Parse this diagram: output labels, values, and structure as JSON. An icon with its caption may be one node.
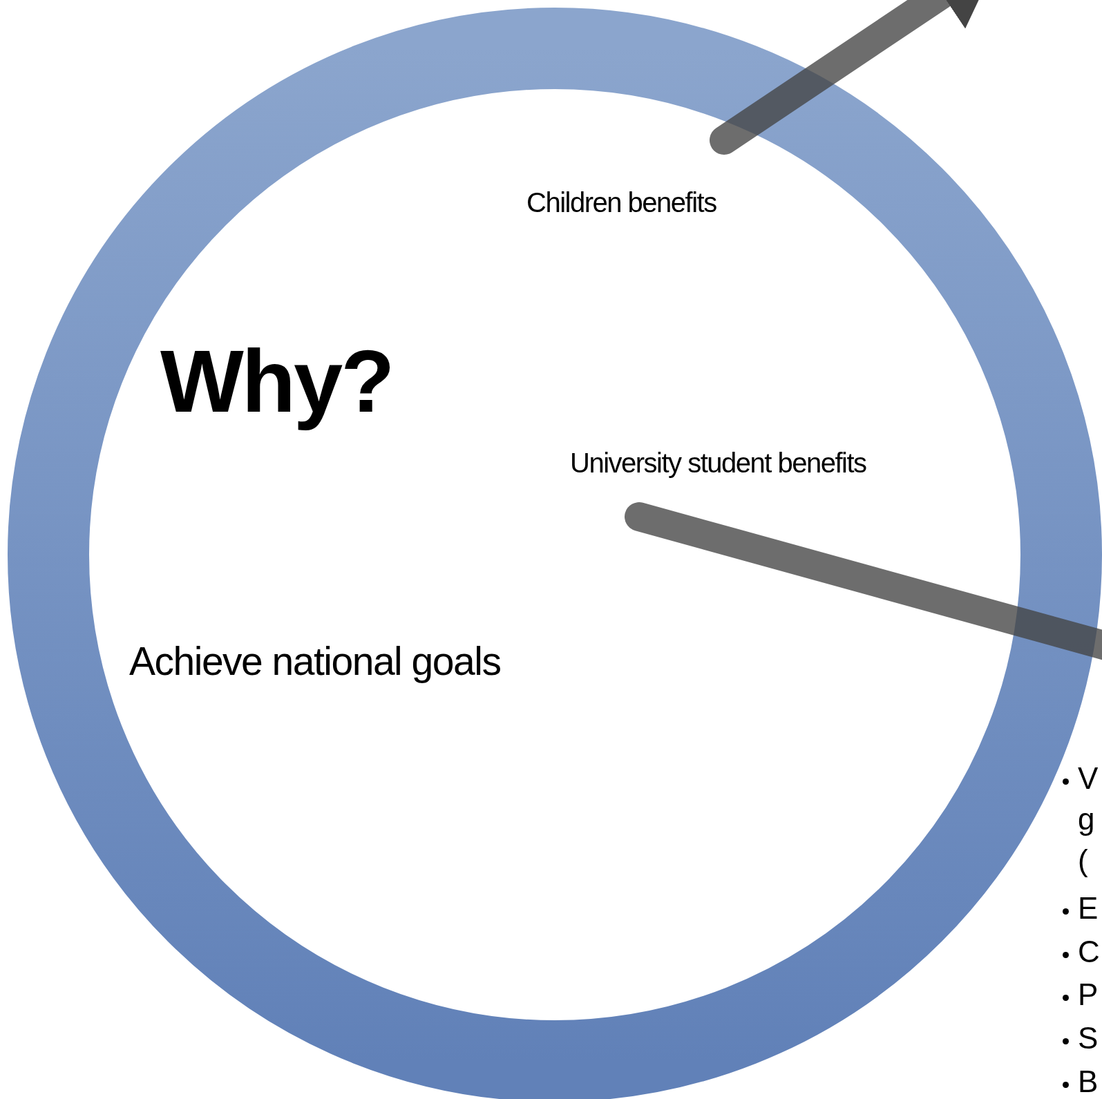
{
  "diagram": {
    "nodes": [
      {
        "text": [],
        "shape": "circle"
      }
    ],
    "labels": [
      "Children benefits",
      "Why?",
      "University student benefits",
      "Achieve national goals",
      "V g (",
      "E",
      "C",
      "P",
      "S",
      "B"
    ]
  }
}
